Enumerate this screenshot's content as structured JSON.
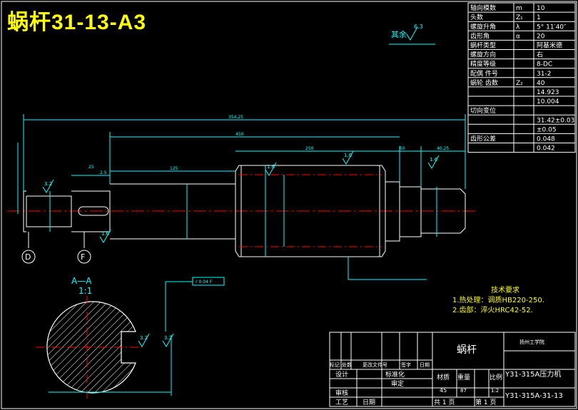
{
  "drawing_title": "蜗杆31-13-A3",
  "param_table": [
    [
      "轴向模数",
      "m",
      "10"
    ],
    [
      "头数",
      "Z₁",
      "1"
    ],
    [
      "螺旋升角",
      "λ",
      "5° 11′40″"
    ],
    [
      "齿形角",
      "α",
      "20"
    ],
    [
      "蜗杆类型",
      "",
      "阿基米德"
    ],
    [
      "螺旋方向",
      "",
      "右"
    ],
    [
      "精度等级",
      "",
      "8-DC"
    ],
    [
      "配偶 件号",
      "",
      "31-2"
    ],
    [
      "蜗轮 齿数",
      "Z₂",
      "40"
    ],
    [
      "",
      "",
      "14.923"
    ],
    [
      "",
      "",
      "10.004"
    ],
    [
      "切向变位",
      "",
      ""
    ],
    [
      "",
      "",
      "31.42±0.03"
    ],
    [
      "",
      "",
      "±0.05"
    ],
    [
      "齿形公差",
      "",
      "0.048"
    ],
    [
      "",
      "",
      "0.042"
    ]
  ],
  "surface_note": "其余",
  "surface_value": "6.3",
  "tech_req": {
    "heading": "技术要求",
    "line1": "1.热处理：调质HB220-250.",
    "line2": "2.齿部：淬火HRC42-52."
  },
  "dims": {
    "overall": "354.25",
    "d1": "450",
    "d2": "250",
    "d3": "50",
    "d4": "40.25",
    "d5": "125",
    "d6": "2.5",
    "d7": "25"
  },
  "datum_d": "D",
  "datum_f": "F",
  "section_label": "A—A",
  "section_scale": "1:1",
  "roughness": [
    "3.2",
    "1.6",
    "1.6",
    "1.6",
    "1.6",
    "3.2",
    "3.2"
  ],
  "title_block": {
    "part": "蜗杆",
    "school": "扬州工学院",
    "machine": "Y31-315A压力机",
    "drawing_no": "Y31-315A-31-13",
    "design": "设计",
    "std": "标准化",
    "review": "审核",
    "approve": "审定",
    "craft": "工艺",
    "date": "日期",
    "material_h": "材质",
    "weight_h": "重量",
    "scale_h": "比例",
    "material": "45",
    "weight": "87",
    "scale": "1:2",
    "sheets": "共 1 页",
    "sheet": "第 1 页",
    "mark": "标记",
    "count": "处数",
    "change": "更改文件号",
    "sign": "签字"
  }
}
